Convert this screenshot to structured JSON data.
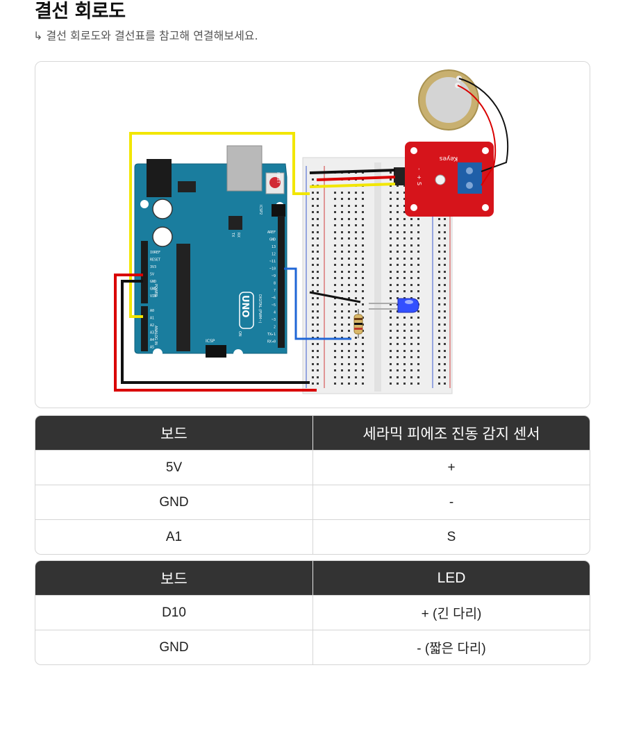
{
  "header": {
    "title": "결선 회로도",
    "subtitle": "↳ 결선 회로도와 결선표를 참고해 연결해보세요."
  },
  "diagram": {
    "board_label": "UNO",
    "module_label": "Keyes",
    "reset_label": "RESET",
    "icsp_label": "ICSP",
    "icsp2_label": "ICSP2",
    "power_label": "POWER",
    "analog_label": "ANALOG IN",
    "digital_label": "DIGITAL (PWM~)",
    "on_label": "ON",
    "tx_label": "TX",
    "rx_label": "RX",
    "power_pins": [
      "IOREF",
      "RESET",
      "3V3",
      "5V",
      "GND",
      "GND",
      "VIN"
    ],
    "analog_pins": [
      "A0",
      "A1",
      "A2",
      "A3",
      "A4",
      "A5"
    ],
    "digital_pins": [
      "AREF",
      "GND",
      "13",
      "12",
      "~11",
      "~10",
      "~9",
      "8",
      "7",
      "~6",
      "~5",
      "4",
      "~3",
      "2",
      "TX▸1",
      "RX◂0"
    ],
    "module_pins": [
      "-",
      "+",
      "S"
    ],
    "colors": {
      "board": "#1a7d9e",
      "module": "#d6141b",
      "wire_yellow": "#f2e600",
      "wire_red": "#d90000",
      "wire_black": "#111111",
      "wire_blue": "#1f66d6",
      "led": "#3350ff"
    }
  },
  "table1": {
    "headers": [
      "보드",
      "세라믹 피에조 진동 감지 센서"
    ],
    "rows": [
      [
        "5V",
        "+"
      ],
      [
        "GND",
        "-"
      ],
      [
        "A1",
        "S"
      ]
    ]
  },
  "table2": {
    "headers": [
      "보드",
      "LED"
    ],
    "rows": [
      [
        "D10",
        "+ (긴 다리)"
      ],
      [
        "GND",
        "- (짧은 다리)"
      ]
    ]
  }
}
